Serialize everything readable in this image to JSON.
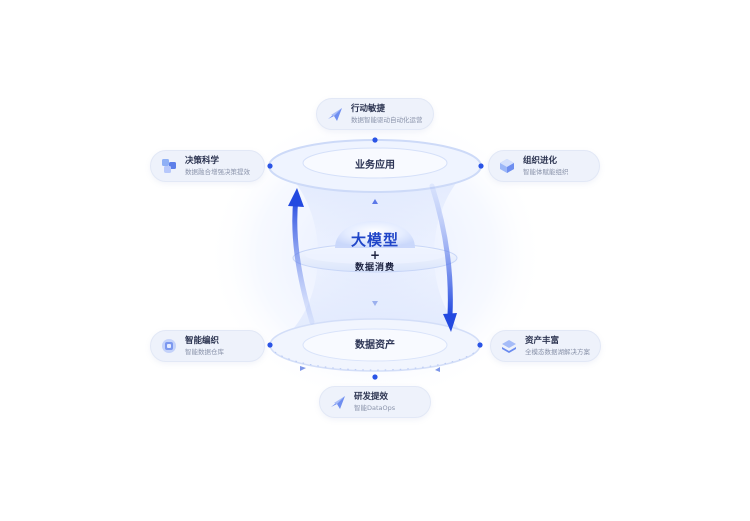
{
  "center": {
    "line1": "大模型",
    "plus": "+",
    "line2": "数据消费"
  },
  "rings": {
    "top_label": "业务应用",
    "bottom_label": "数据资产"
  },
  "cards": [
    {
      "key": "agile",
      "title": "行动敏捷",
      "subtitle": "数据智能驱动自动化运营",
      "icon": "paper-plane-icon"
    },
    {
      "key": "decision",
      "title": "决策科学",
      "subtitle": "数据融合增强决策提效",
      "icon": "cube-cluster-icon"
    },
    {
      "key": "org",
      "title": "组织进化",
      "subtitle": "智能体赋能组织",
      "icon": "crystal-cube-icon"
    },
    {
      "key": "catalog",
      "title": "智能编织",
      "subtitle": "智能数据仓库",
      "icon": "cube-stack-icon"
    },
    {
      "key": "assets",
      "title": "资产丰富",
      "subtitle": "全模态数据湖解决方案",
      "icon": "layers-icon"
    },
    {
      "key": "dev",
      "title": "研发提效",
      "subtitle": "智能DataOps",
      "icon": "paper-plane-icon"
    }
  ],
  "colors": {
    "accent": "#2a54e6",
    "ring": "#d8e4fb",
    "card_bg": "#eef2fb"
  }
}
